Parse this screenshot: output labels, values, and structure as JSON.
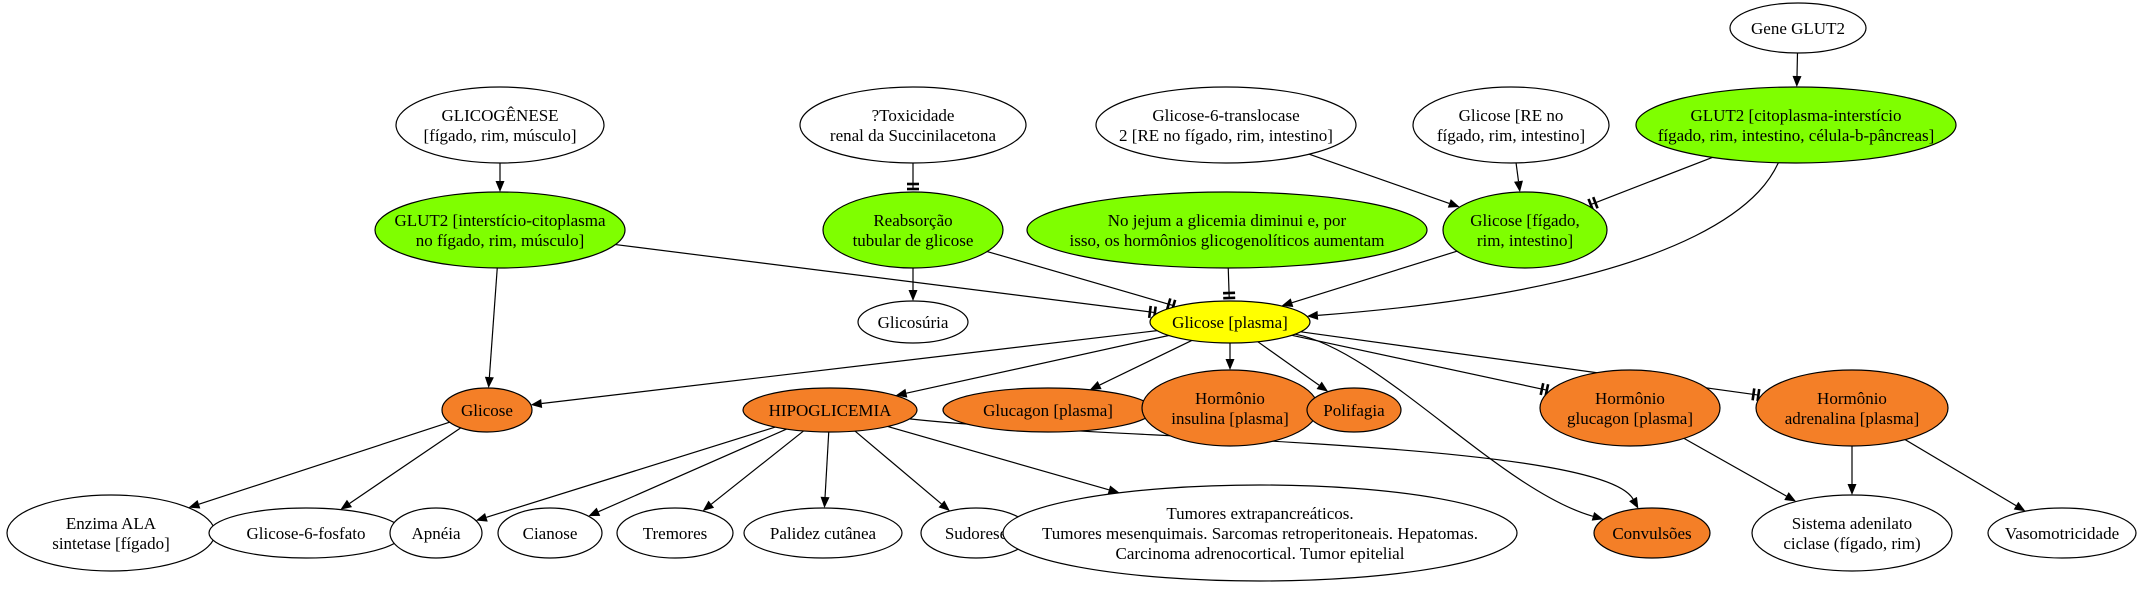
{
  "colors": {
    "green": "#7fff00",
    "yellow": "#ffff00",
    "orange": "#f47f27",
    "white": "#ffffff"
  },
  "nodes": [
    {
      "id": "gene_glut2",
      "lines": [
        "Gene GLUT2"
      ],
      "fill": "white"
    },
    {
      "id": "glicogenese",
      "lines": [
        "GLICOGÊNESE",
        "[fígado, rim, músculo]"
      ],
      "fill": "white"
    },
    {
      "id": "toxicidade",
      "lines": [
        "?Toxicidade",
        "renal da Succinilacetona"
      ],
      "fill": "white"
    },
    {
      "id": "g6_translocase",
      "lines": [
        "Glicose-6-translocase",
        "2 [RE no fígado, rim, intestino]"
      ],
      "fill": "white"
    },
    {
      "id": "glicose_re",
      "lines": [
        "Glicose [RE no",
        "fígado, rim, intestino]"
      ],
      "fill": "white"
    },
    {
      "id": "glut2_citoplasma",
      "lines": [
        "GLUT2 [citoplasma-interstício",
        "fígado, rim, intestino, célula-b-pâncreas]"
      ],
      "fill": "green"
    },
    {
      "id": "glut2_intersticio",
      "lines": [
        "GLUT2 [interstício-citoplasma",
        "no fígado, rim, músculo]"
      ],
      "fill": "green"
    },
    {
      "id": "reabsorcao",
      "lines": [
        "Reabsorção",
        "tubular de glicose"
      ],
      "fill": "green"
    },
    {
      "id": "jejum",
      "lines": [
        "No jejum a glicemia diminui e, por",
        "isso, os hormônios glicogenolíticos aumentam"
      ],
      "fill": "green"
    },
    {
      "id": "glicose_figado",
      "lines": [
        "Glicose [fígado,",
        "rim, intestino]"
      ],
      "fill": "green"
    },
    {
      "id": "glicose_plasma",
      "lines": [
        "Glicose [plasma]"
      ],
      "fill": "yellow"
    },
    {
      "id": "glicosuria",
      "lines": [
        "Glicosúria"
      ],
      "fill": "white"
    },
    {
      "id": "glicose",
      "lines": [
        "Glicose"
      ],
      "fill": "orange"
    },
    {
      "id": "hipoglicemia",
      "lines": [
        "HIPOGLICEMIA"
      ],
      "fill": "orange"
    },
    {
      "id": "glucagon_plasma",
      "lines": [
        "Glucagon [plasma]"
      ],
      "fill": "orange"
    },
    {
      "id": "insulina",
      "lines": [
        "Hormônio",
        "insulina [plasma]"
      ],
      "fill": "orange"
    },
    {
      "id": "polifagia",
      "lines": [
        "Polifagia"
      ],
      "fill": "orange"
    },
    {
      "id": "hormonio_glucagon",
      "lines": [
        "Hormônio",
        "glucagon [plasma]"
      ],
      "fill": "orange"
    },
    {
      "id": "hormonio_adrenalina",
      "lines": [
        "Hormônio",
        "adrenalina [plasma]"
      ],
      "fill": "orange"
    },
    {
      "id": "enzima_ala",
      "lines": [
        "Enzima ALA",
        "sintetase [fígado]"
      ],
      "fill": "white"
    },
    {
      "id": "glicose6fosfato",
      "lines": [
        "Glicose-6-fosfato"
      ],
      "fill": "white"
    },
    {
      "id": "apneia",
      "lines": [
        "Apnéia"
      ],
      "fill": "white"
    },
    {
      "id": "cianose",
      "lines": [
        "Cianose"
      ],
      "fill": "white"
    },
    {
      "id": "tremores",
      "lines": [
        "Tremores"
      ],
      "fill": "white"
    },
    {
      "id": "palidez",
      "lines": [
        "Palidez cutânea"
      ],
      "fill": "white"
    },
    {
      "id": "sudorese",
      "lines": [
        "Sudorese"
      ],
      "fill": "white"
    },
    {
      "id": "tumores",
      "lines": [
        "Tumores extrapancreáticos.",
        "Tumores mesenquimais. Sarcomas retroperitoneais. Hepatomas.",
        "Carcinoma adrenocortical. Tumor epitelial"
      ],
      "fill": "white"
    },
    {
      "id": "convulsoes",
      "lines": [
        "Convulsões"
      ],
      "fill": "orange"
    },
    {
      "id": "sistema_adenilato",
      "lines": [
        "Sistema adenilato",
        "ciclase (fígado, rim)"
      ],
      "fill": "white"
    },
    {
      "id": "vasomotricidade",
      "lines": [
        "Vasomotricidade"
      ],
      "fill": "white"
    }
  ],
  "edges": [
    {
      "from": "gene_glut2",
      "to": "glut2_citoplasma",
      "type": "arrow"
    },
    {
      "from": "glicogenese",
      "to": "glut2_intersticio",
      "type": "arrow"
    },
    {
      "from": "toxicidade",
      "to": "reabsorcao",
      "type": "tee"
    },
    {
      "from": "g6_translocase",
      "to": "glicose_figado",
      "type": "arrow"
    },
    {
      "from": "glicose_re",
      "to": "glicose_figado",
      "type": "arrow"
    },
    {
      "from": "glut2_citoplasma",
      "to": "glicose_figado",
      "type": "tee"
    },
    {
      "from": "glut2_citoplasma",
      "to": "glicose_plasma",
      "type": "arrow"
    },
    {
      "from": "glut2_intersticio",
      "to": "glicose_plasma",
      "type": "tee"
    },
    {
      "from": "glut2_intersticio",
      "to": "glicose",
      "type": "arrow"
    },
    {
      "from": "reabsorcao",
      "to": "glicosuria",
      "type": "arrow"
    },
    {
      "from": "reabsorcao",
      "to": "glicose_plasma",
      "type": "tee"
    },
    {
      "from": "jejum",
      "to": "glicose_plasma",
      "type": "tee"
    },
    {
      "from": "glicose_figado",
      "to": "glicose_plasma",
      "type": "arrow"
    },
    {
      "from": "glicose_plasma",
      "to": "glicose",
      "type": "arrow"
    },
    {
      "from": "glicose_plasma",
      "to": "hipoglicemia",
      "type": "arrow"
    },
    {
      "from": "glicose_plasma",
      "to": "glucagon_plasma",
      "type": "arrow"
    },
    {
      "from": "glicose_plasma",
      "to": "insulina",
      "type": "arrow"
    },
    {
      "from": "glicose_plasma",
      "to": "polifagia",
      "type": "arrow"
    },
    {
      "from": "glicose_plasma",
      "to": "hormonio_glucagon",
      "type": "tee"
    },
    {
      "from": "glicose_plasma",
      "to": "hormonio_adrenalina",
      "type": "tee"
    },
    {
      "from": "glicose_plasma",
      "to": "convulsoes",
      "type": "arrow"
    },
    {
      "from": "glicose",
      "to": "enzima_ala",
      "type": "arrow"
    },
    {
      "from": "glicose",
      "to": "glicose6fosfato",
      "type": "arrow"
    },
    {
      "from": "hipoglicemia",
      "to": "apneia",
      "type": "arrow"
    },
    {
      "from": "hipoglicemia",
      "to": "cianose",
      "type": "arrow"
    },
    {
      "from": "hipoglicemia",
      "to": "tremores",
      "type": "arrow"
    },
    {
      "from": "hipoglicemia",
      "to": "palidez",
      "type": "arrow"
    },
    {
      "from": "hipoglicemia",
      "to": "sudorese",
      "type": "arrow"
    },
    {
      "from": "hipoglicemia",
      "to": "tumores",
      "type": "arrow"
    },
    {
      "from": "hipoglicemia",
      "to": "convulsoes",
      "type": "arrow"
    },
    {
      "from": "hormonio_glucagon",
      "to": "sistema_adenilato",
      "type": "arrow"
    },
    {
      "from": "hormonio_adrenalina",
      "to": "sistema_adenilato",
      "type": "arrow"
    },
    {
      "from": "hormonio_adrenalina",
      "to": "vasomotricidade",
      "type": "arrow"
    }
  ]
}
